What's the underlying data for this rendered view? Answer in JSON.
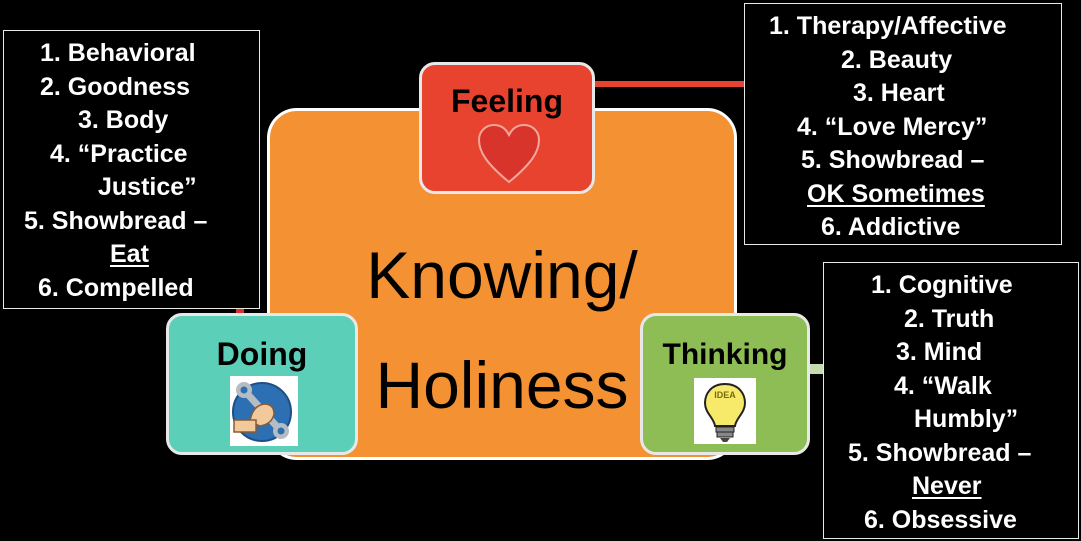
{
  "center": {
    "line1": "Knowing/",
    "line2": "Holiness"
  },
  "nodes": {
    "feeling": {
      "label": "Feeling",
      "color": "#e8432e",
      "icon": "heart-icon"
    },
    "doing": {
      "label": "Doing",
      "color": "#5bcfb7",
      "icon": "wrench-fist-icon"
    },
    "thinking": {
      "label": "Thinking",
      "color": "#8ebd56",
      "icon": "idea-lightbulb-icon",
      "icon_text": "IDEA"
    }
  },
  "lists": {
    "doing": {
      "lines": [
        [
          {
            "t": "1.  Behavioral"
          }
        ],
        [
          {
            "t": "2.  Goodness"
          }
        ],
        [
          {
            "t": "3.  Body"
          }
        ],
        [
          {
            "t": "4.  “Practice"
          }
        ],
        [
          {
            "t": "Justice”"
          }
        ],
        [
          {
            "t": "5.  Showbread –"
          }
        ],
        [
          {
            "t": "Eat",
            "u": true
          }
        ],
        [
          {
            "t": "6.  Compelled"
          }
        ]
      ]
    },
    "feeling": {
      "lines": [
        [
          {
            "t": "1. Therapy/Affective"
          }
        ],
        [
          {
            "t": "2. Beauty"
          }
        ],
        [
          {
            "t": "3. Heart"
          }
        ],
        [
          {
            "t": "4. “Love Mercy”"
          }
        ],
        [
          {
            "t": "5. Showbread –"
          }
        ],
        [
          {
            "t": "OK Sometimes",
            "u": true
          }
        ],
        [
          {
            "t": "6.  Addictive"
          }
        ]
      ]
    },
    "thinking": {
      "lines": [
        [
          {
            "t": "1. Cognitive"
          }
        ],
        [
          {
            "t": "2. Truth"
          }
        ],
        [
          {
            "t": "3.  Mind"
          }
        ],
        [
          {
            "t": "4.  “Walk"
          }
        ],
        [
          {
            "t": "Humbly”"
          }
        ],
        [
          {
            "t": "5. Showbread –"
          }
        ],
        [
          {
            "t": "Never",
            "u": true
          }
        ],
        [
          {
            "t": "6.  Obsessive"
          }
        ]
      ]
    }
  },
  "colors": {
    "background": "#000000",
    "center_fill": "#f39133",
    "arrow_red": "#e8432e",
    "arrow_green": "#c5dcae",
    "heart": "#d9342b"
  }
}
